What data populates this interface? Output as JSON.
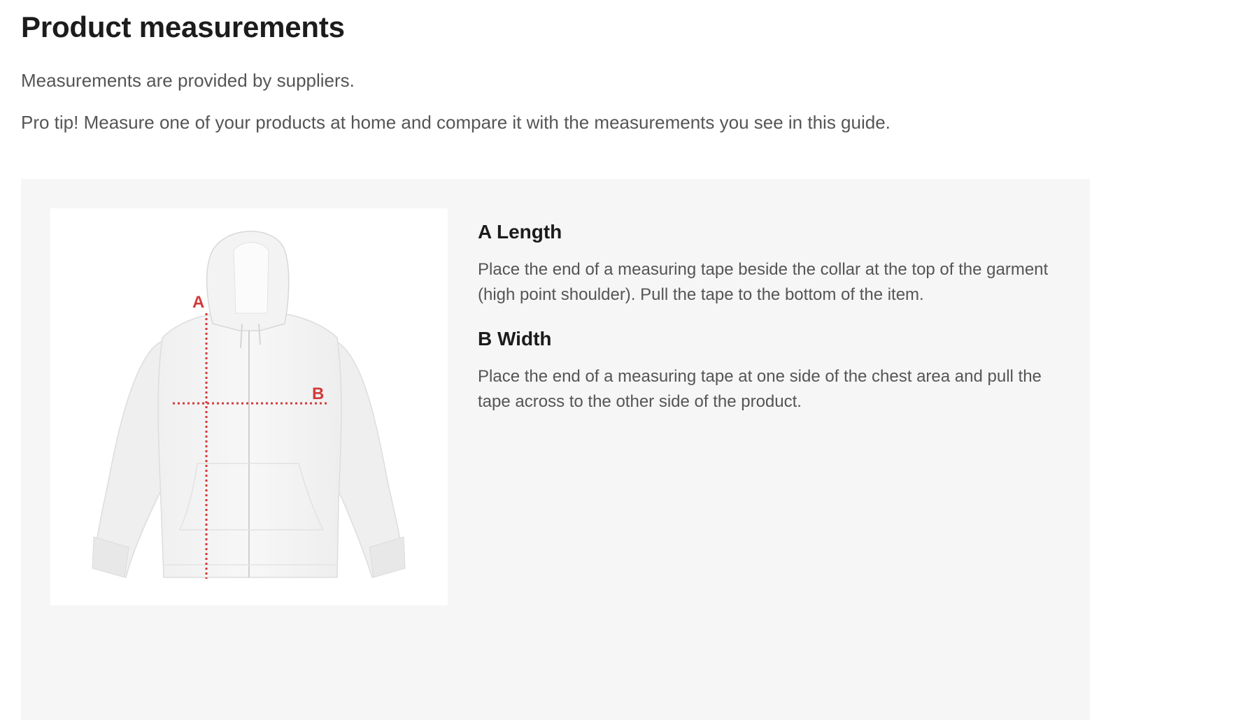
{
  "page": {
    "title": "Product measurements",
    "intro_supplier": "Measurements are provided by suppliers.",
    "intro_tip": "Pro tip! Measure one of your products at home and compare it with the measurements you see in this guide."
  },
  "diagram": {
    "image_alt": "hoodie-measurement-image",
    "marker_a": "A",
    "marker_b": "B",
    "marker_color": "#d13a3a"
  },
  "measurements": [
    {
      "heading": "A Length",
      "text": "Place the end of a measuring tape beside the collar at the top of the garment (high point shoulder). Pull the tape to the bottom of the item."
    },
    {
      "heading": "B Width",
      "text": "Place the end of a measuring tape at one side of the chest area and pull the tape across to the other side of the product."
    }
  ],
  "colors": {
    "panel_background": "#f6f6f6",
    "heading": "#1c1c1c",
    "body_text": "#555555"
  }
}
